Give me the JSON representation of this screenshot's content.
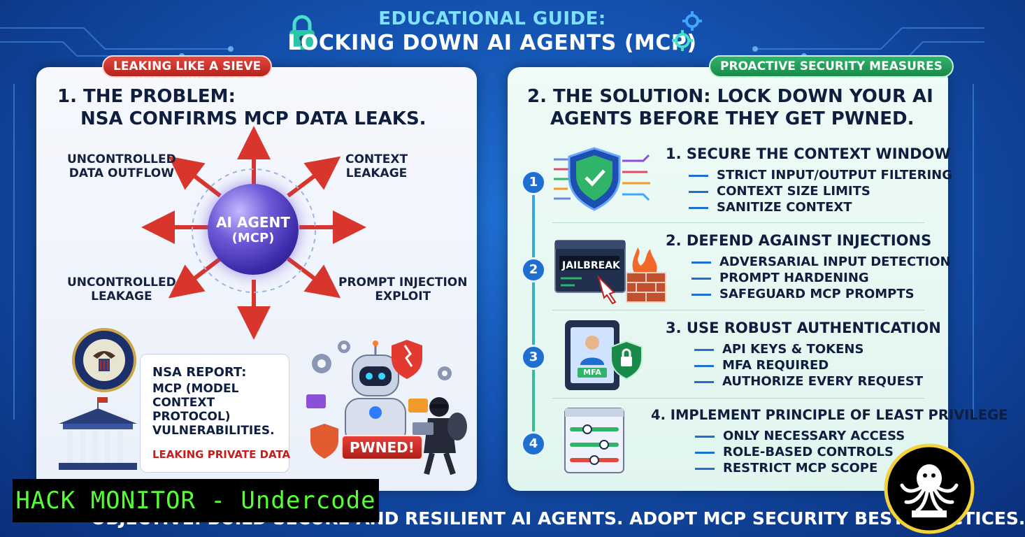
{
  "header": {
    "line1": "EDUCATIONAL GUIDE:",
    "line2": "LOCKING DOWN AI AGENTS (MCP)"
  },
  "left_panel": {
    "badge": "LEAKING LIKE A SIEVE",
    "title_line1": "1. THE PROBLEM:",
    "title_line2": "NSA CONFIRMS MCP DATA LEAKS.",
    "center_label_1": "AI AGENT",
    "center_label_2": "(MCP)",
    "labels": {
      "top_left_1": "UNCONTROLLED",
      "top_left_2": "DATA OUTFLOW",
      "top_right_1": "CONTEXT",
      "top_right_2": "LEAKAGE",
      "bottom_left_1": "UNCONTROLLED",
      "bottom_left_2": "LEAKAGE",
      "bottom_right_1": "PROMPT INJECTION",
      "bottom_right_2": "EXPLOIT"
    },
    "nsa_title": "NSA REPORT:",
    "nsa_body": "MCP (MODEL CONTEXT PROTOCOL) VULNERABILITIES.",
    "nsa_leak": "LEAKING PRIVATE DATA",
    "pwned": "PWNED!"
  },
  "right_panel": {
    "badge": "PROACTIVE SECURITY MEASURES",
    "title_line1": "2. THE SOLUTION: LOCK DOWN YOUR AI",
    "title_line2": "AGENTS BEFORE THEY GET PWNED.",
    "steps": [
      {
        "num": "1",
        "title": "1. SECURE THE CONTEXT WINDOW",
        "items": [
          "STRICT INPUT/OUTPUT FILTERING",
          "CONTEXT SIZE LIMITS",
          "SANITIZE CONTEXT"
        ]
      },
      {
        "num": "2",
        "title": "2. DEFEND AGAINST INJECTIONS",
        "items": [
          "ADVERSARIAL INPUT DETECTION",
          "PROMPT HARDENING",
          "SAFEGUARD MCP PROMPTS"
        ]
      },
      {
        "num": "3",
        "title": "3. USE ROBUST AUTHENTICATION",
        "items": [
          "API KEYS & TOKENS",
          "MFA REQUIRED",
          "AUTHORIZE EVERY REQUEST"
        ]
      },
      {
        "num": "4",
        "title": "4. IMPLEMENT PRINCIPLE OF LEAST PRIVILEGE",
        "items": [
          "ONLY NECESSARY ACCESS",
          "ROLE-BASED CONTROLS",
          "RESTRICT MCP SCOPE"
        ]
      }
    ],
    "jailbreak_label": "JAILBREAK",
    "mfa_label": "MFA"
  },
  "footer": {
    "text": "OBJECTIVE: BUILD SECURE AND RESILIENT AI AGENTS. ADOPT MCP SECURITY BEST PRACTICES."
  },
  "watermark": {
    "text": "HACK MONITOR - Undercode"
  },
  "colors": {
    "background": "#1452b0",
    "accent_red": "#c21f1f",
    "accent_green": "#1a8a4b",
    "accent_blue": "#1f6fd1",
    "watermark_green": "#55ff33"
  }
}
